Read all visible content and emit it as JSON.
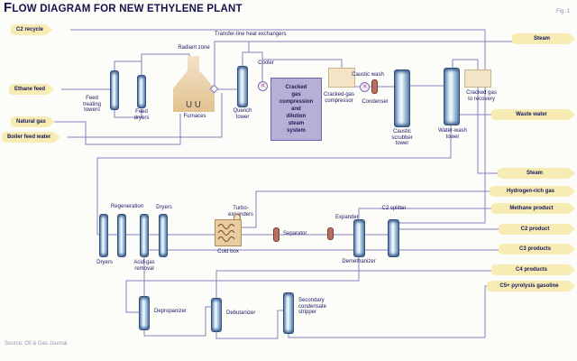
{
  "title": "FLOW DIAGRAM FOR NEW ETHYLENE PLANT",
  "fig_ref": "Fig. 1",
  "source_note": "Source: Oil & Gas Journal",
  "colors": {
    "line": "#8a7fbf",
    "label_bg": "#f6ecb4",
    "label_text": "#17175a",
    "vessel_body": "#cfe2f0",
    "vessel_edge": "#33517d",
    "furnace": "#e8cfa2",
    "info_box": "#b7b0d6",
    "cold_box": "#e9cda2"
  },
  "inputs": [
    "C2 recycle",
    "Ethane feed",
    "Natural gas",
    "Boiler feed water"
  ],
  "outputs": [
    "Steam",
    "Waste water",
    "Steam",
    "Hydrogen-rich gas",
    "Methane product",
    "C2 product",
    "C3 products",
    "C4 products",
    "C5+ pyrolysis gasoline"
  ],
  "equipment": {
    "feed_treaters": [
      "Feed",
      "treating",
      "towers"
    ],
    "feed_dryers": [
      "Feed",
      "dryers"
    ],
    "radiant_zone": "Radiant zone",
    "furnaces": "Furnaces",
    "tle": "Transfer-line heat exchangers",
    "quench_tower": [
      "Quench",
      "tower"
    ],
    "cooler": "Cooler",
    "info_box": [
      "Cracked",
      "gas",
      "compression",
      "and",
      "dilution",
      "steam",
      "system"
    ],
    "cg_compressor": [
      "Cracked-gas",
      "compressor"
    ],
    "caustic_wash": "Caustic wash",
    "condenser": "Condenser",
    "caustic_tower": [
      "Caustic",
      "scrubber",
      "tower"
    ],
    "water_wash": [
      "Water-wash",
      "tower"
    ],
    "cg_note": [
      "Cracked gas",
      "to recovery"
    ],
    "regeneration": "Regeneration",
    "dryer_top": "Dryers",
    "dryers": "Dryers",
    "acid_gas": [
      "Acid-gas",
      "removal"
    ],
    "turboexpander": [
      "Turbo-",
      "expanders"
    ],
    "cold_box": "Cold box",
    "separator": "Separator",
    "expander": "Expander",
    "demethanizer": "Demethanizer",
    "c2_splitter": "C2 splitter",
    "depropanizer": "Depropanizer",
    "debutanizer": "Debutanizer",
    "secondary_stripper": [
      "Secondary",
      "condensate",
      "stripper"
    ]
  }
}
